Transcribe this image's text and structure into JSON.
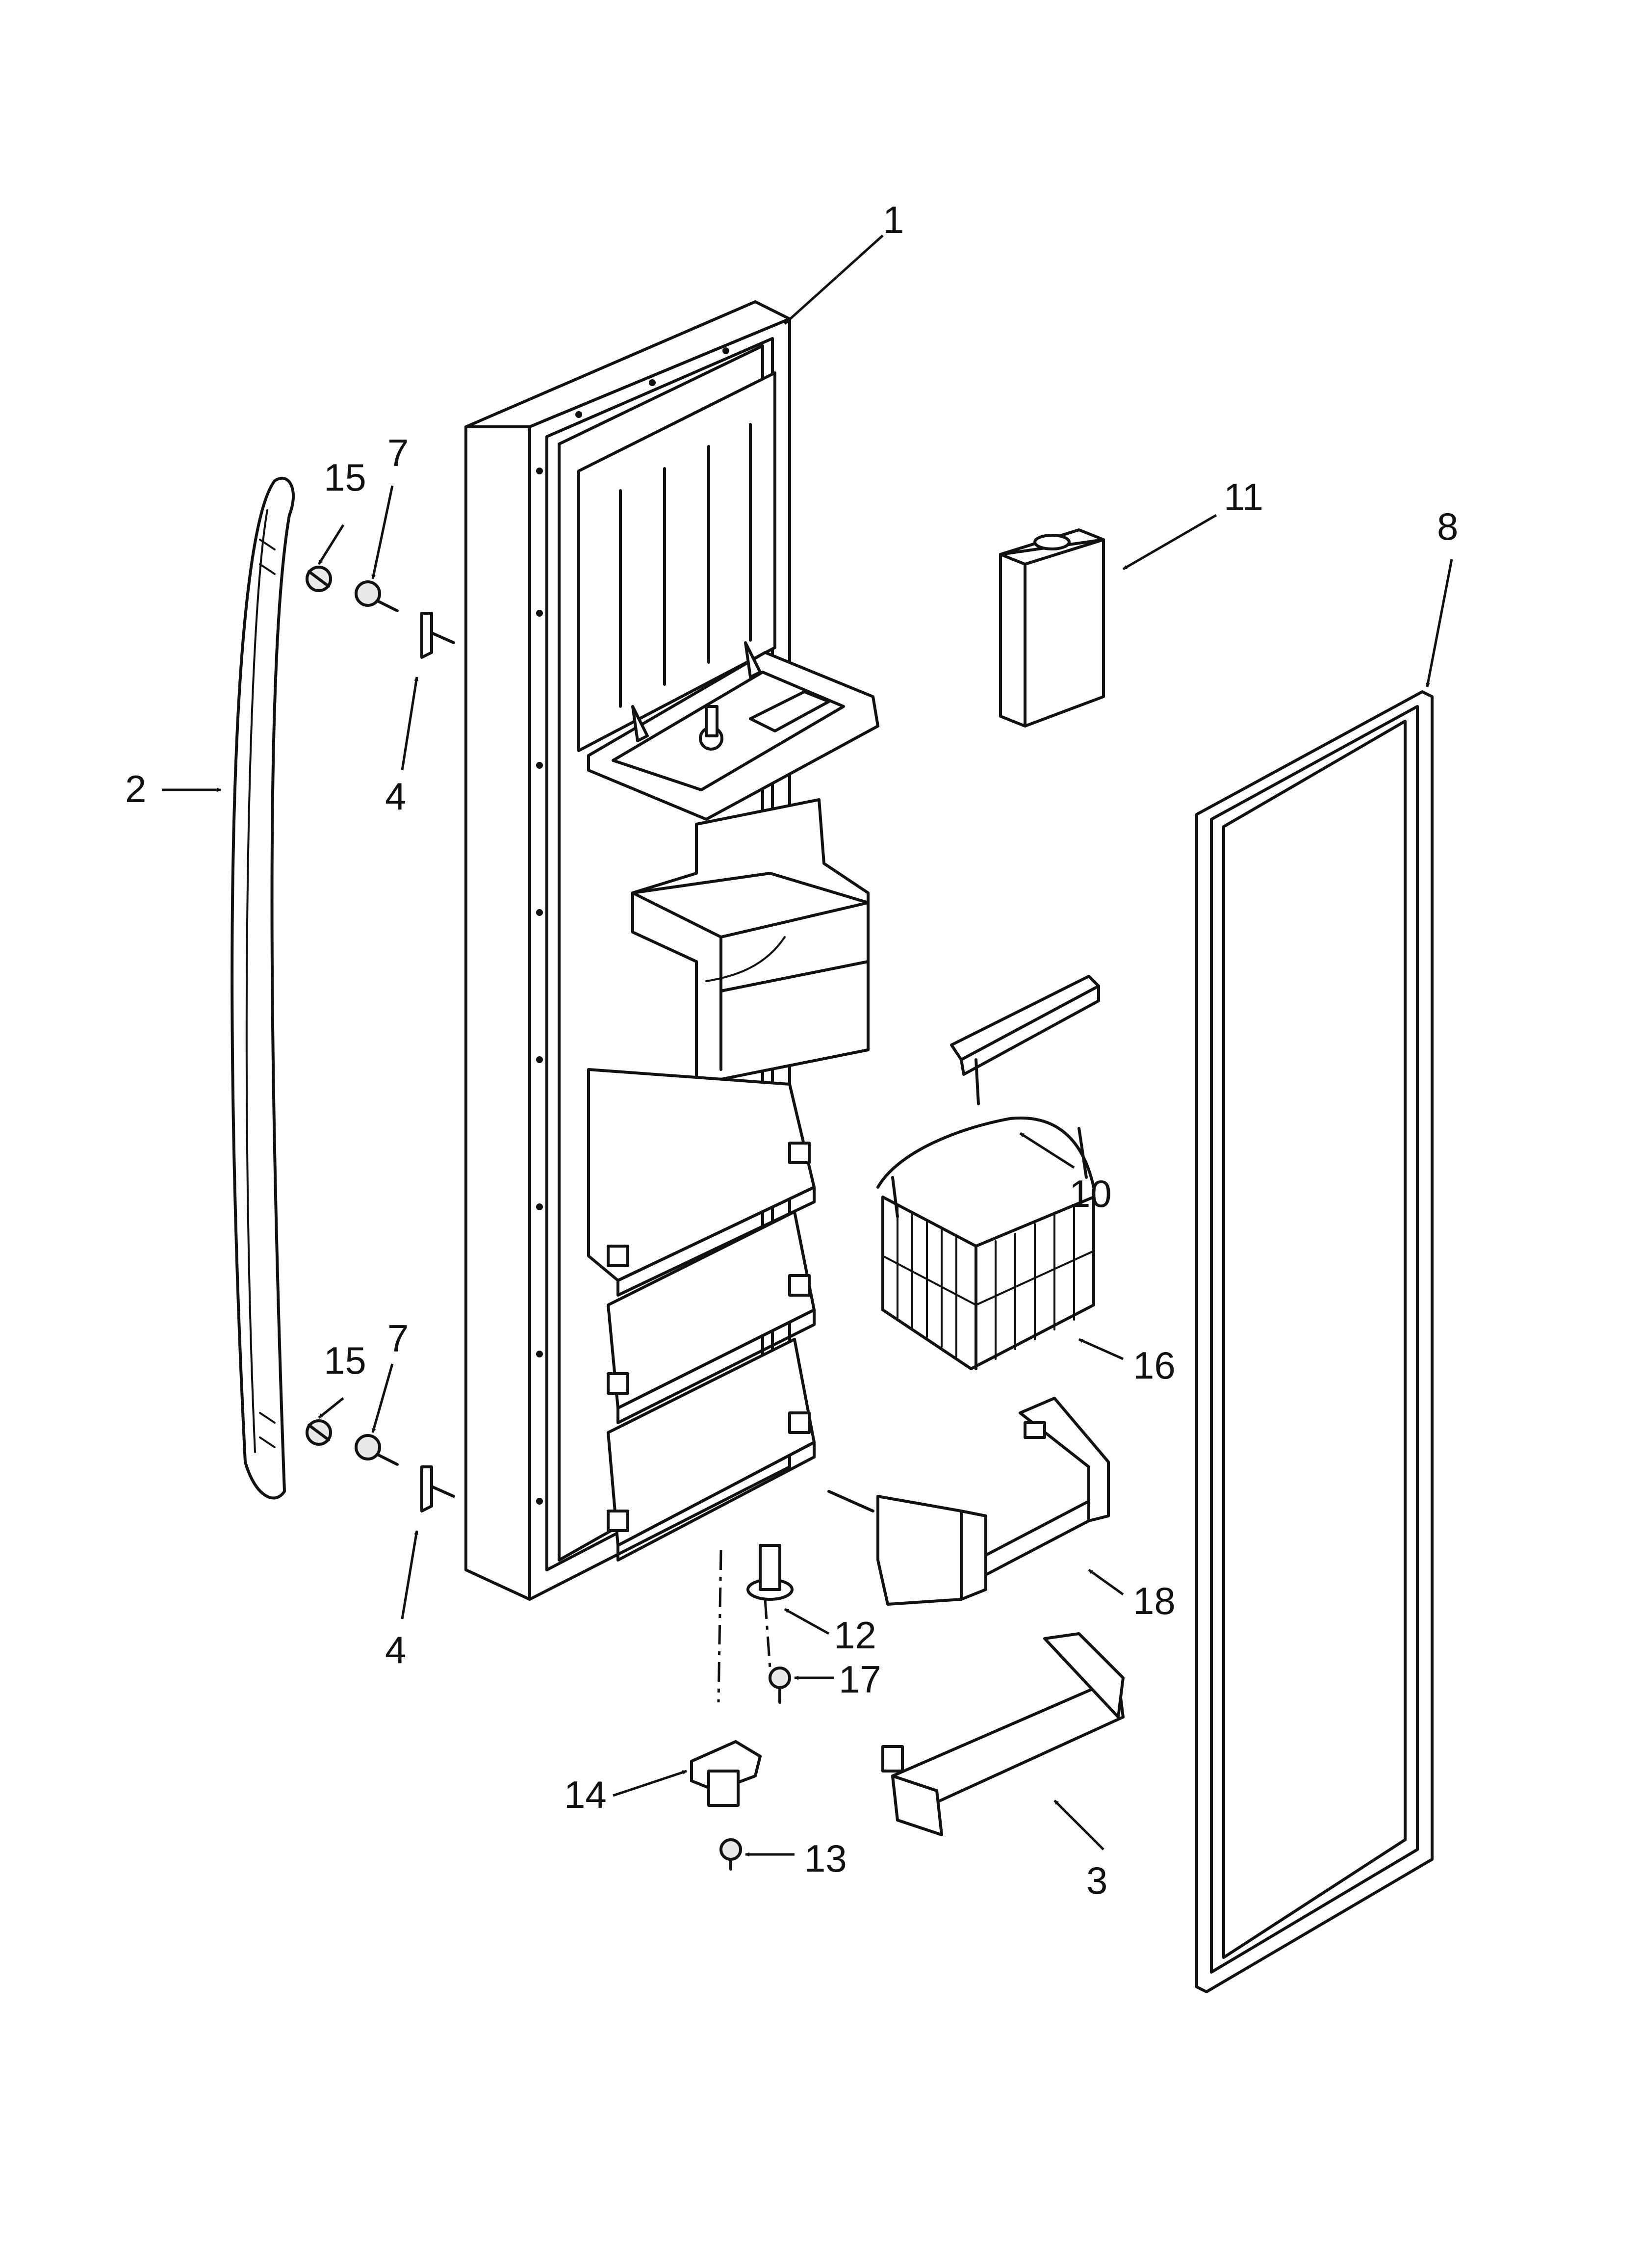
{
  "diagram": {
    "callouts": [
      {
        "id": "1",
        "text": "1"
      },
      {
        "id": "2",
        "text": "2"
      },
      {
        "id": "3",
        "text": "3"
      },
      {
        "id": "4a",
        "text": "4"
      },
      {
        "id": "4b",
        "text": "4"
      },
      {
        "id": "7a",
        "text": "7"
      },
      {
        "id": "7b",
        "text": "7"
      },
      {
        "id": "8",
        "text": "8"
      },
      {
        "id": "10",
        "text": "10"
      },
      {
        "id": "11",
        "text": "11"
      },
      {
        "id": "12",
        "text": "12"
      },
      {
        "id": "13",
        "text": "13"
      },
      {
        "id": "14",
        "text": "14"
      },
      {
        "id": "15a",
        "text": "15"
      },
      {
        "id": "15b",
        "text": "15"
      },
      {
        "id": "16",
        "text": "16"
      },
      {
        "id": "17",
        "text": "17"
      },
      {
        "id": "18",
        "text": "18"
      }
    ]
  }
}
